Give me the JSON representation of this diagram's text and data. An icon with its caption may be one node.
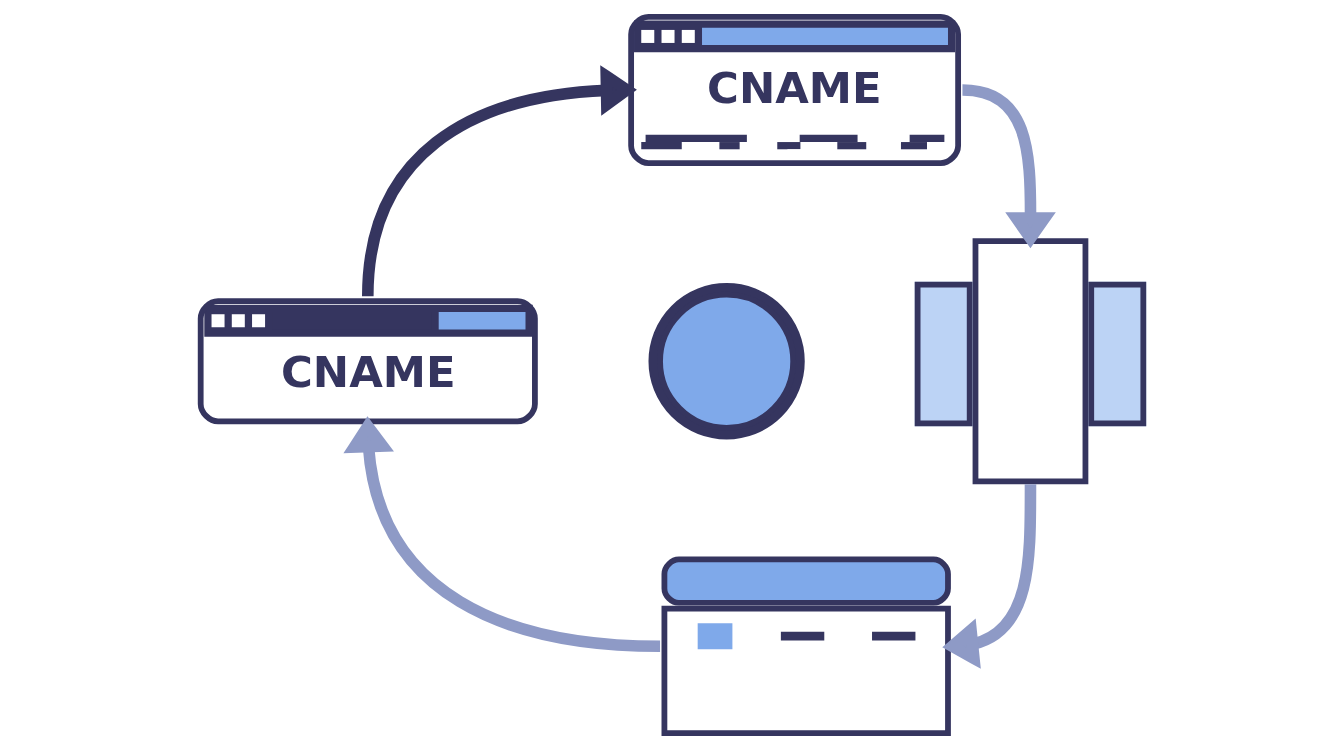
{
  "diagram": {
    "nodes": [
      {
        "text": [
          "CNAME"
        ]
      },
      {
        "text": [
          "CNAME"
        ]
      },
      {
        "text": [],
        "shape": "picture"
      },
      {
        "text": [],
        "shape": "picture"
      },
      {
        "text": [],
        "shape": "picture"
      }
    ],
    "edges": [
      {
        "from": 1,
        "to": 0,
        "arrow": "to",
        "color": "#35355f"
      },
      {
        "from": 0,
        "to": 3,
        "arrow": "to"
      },
      {
        "from": 3,
        "to": 4,
        "arrow": "to"
      },
      {
        "from": 4,
        "to": 1,
        "arrow": "to"
      }
    ]
  }
}
